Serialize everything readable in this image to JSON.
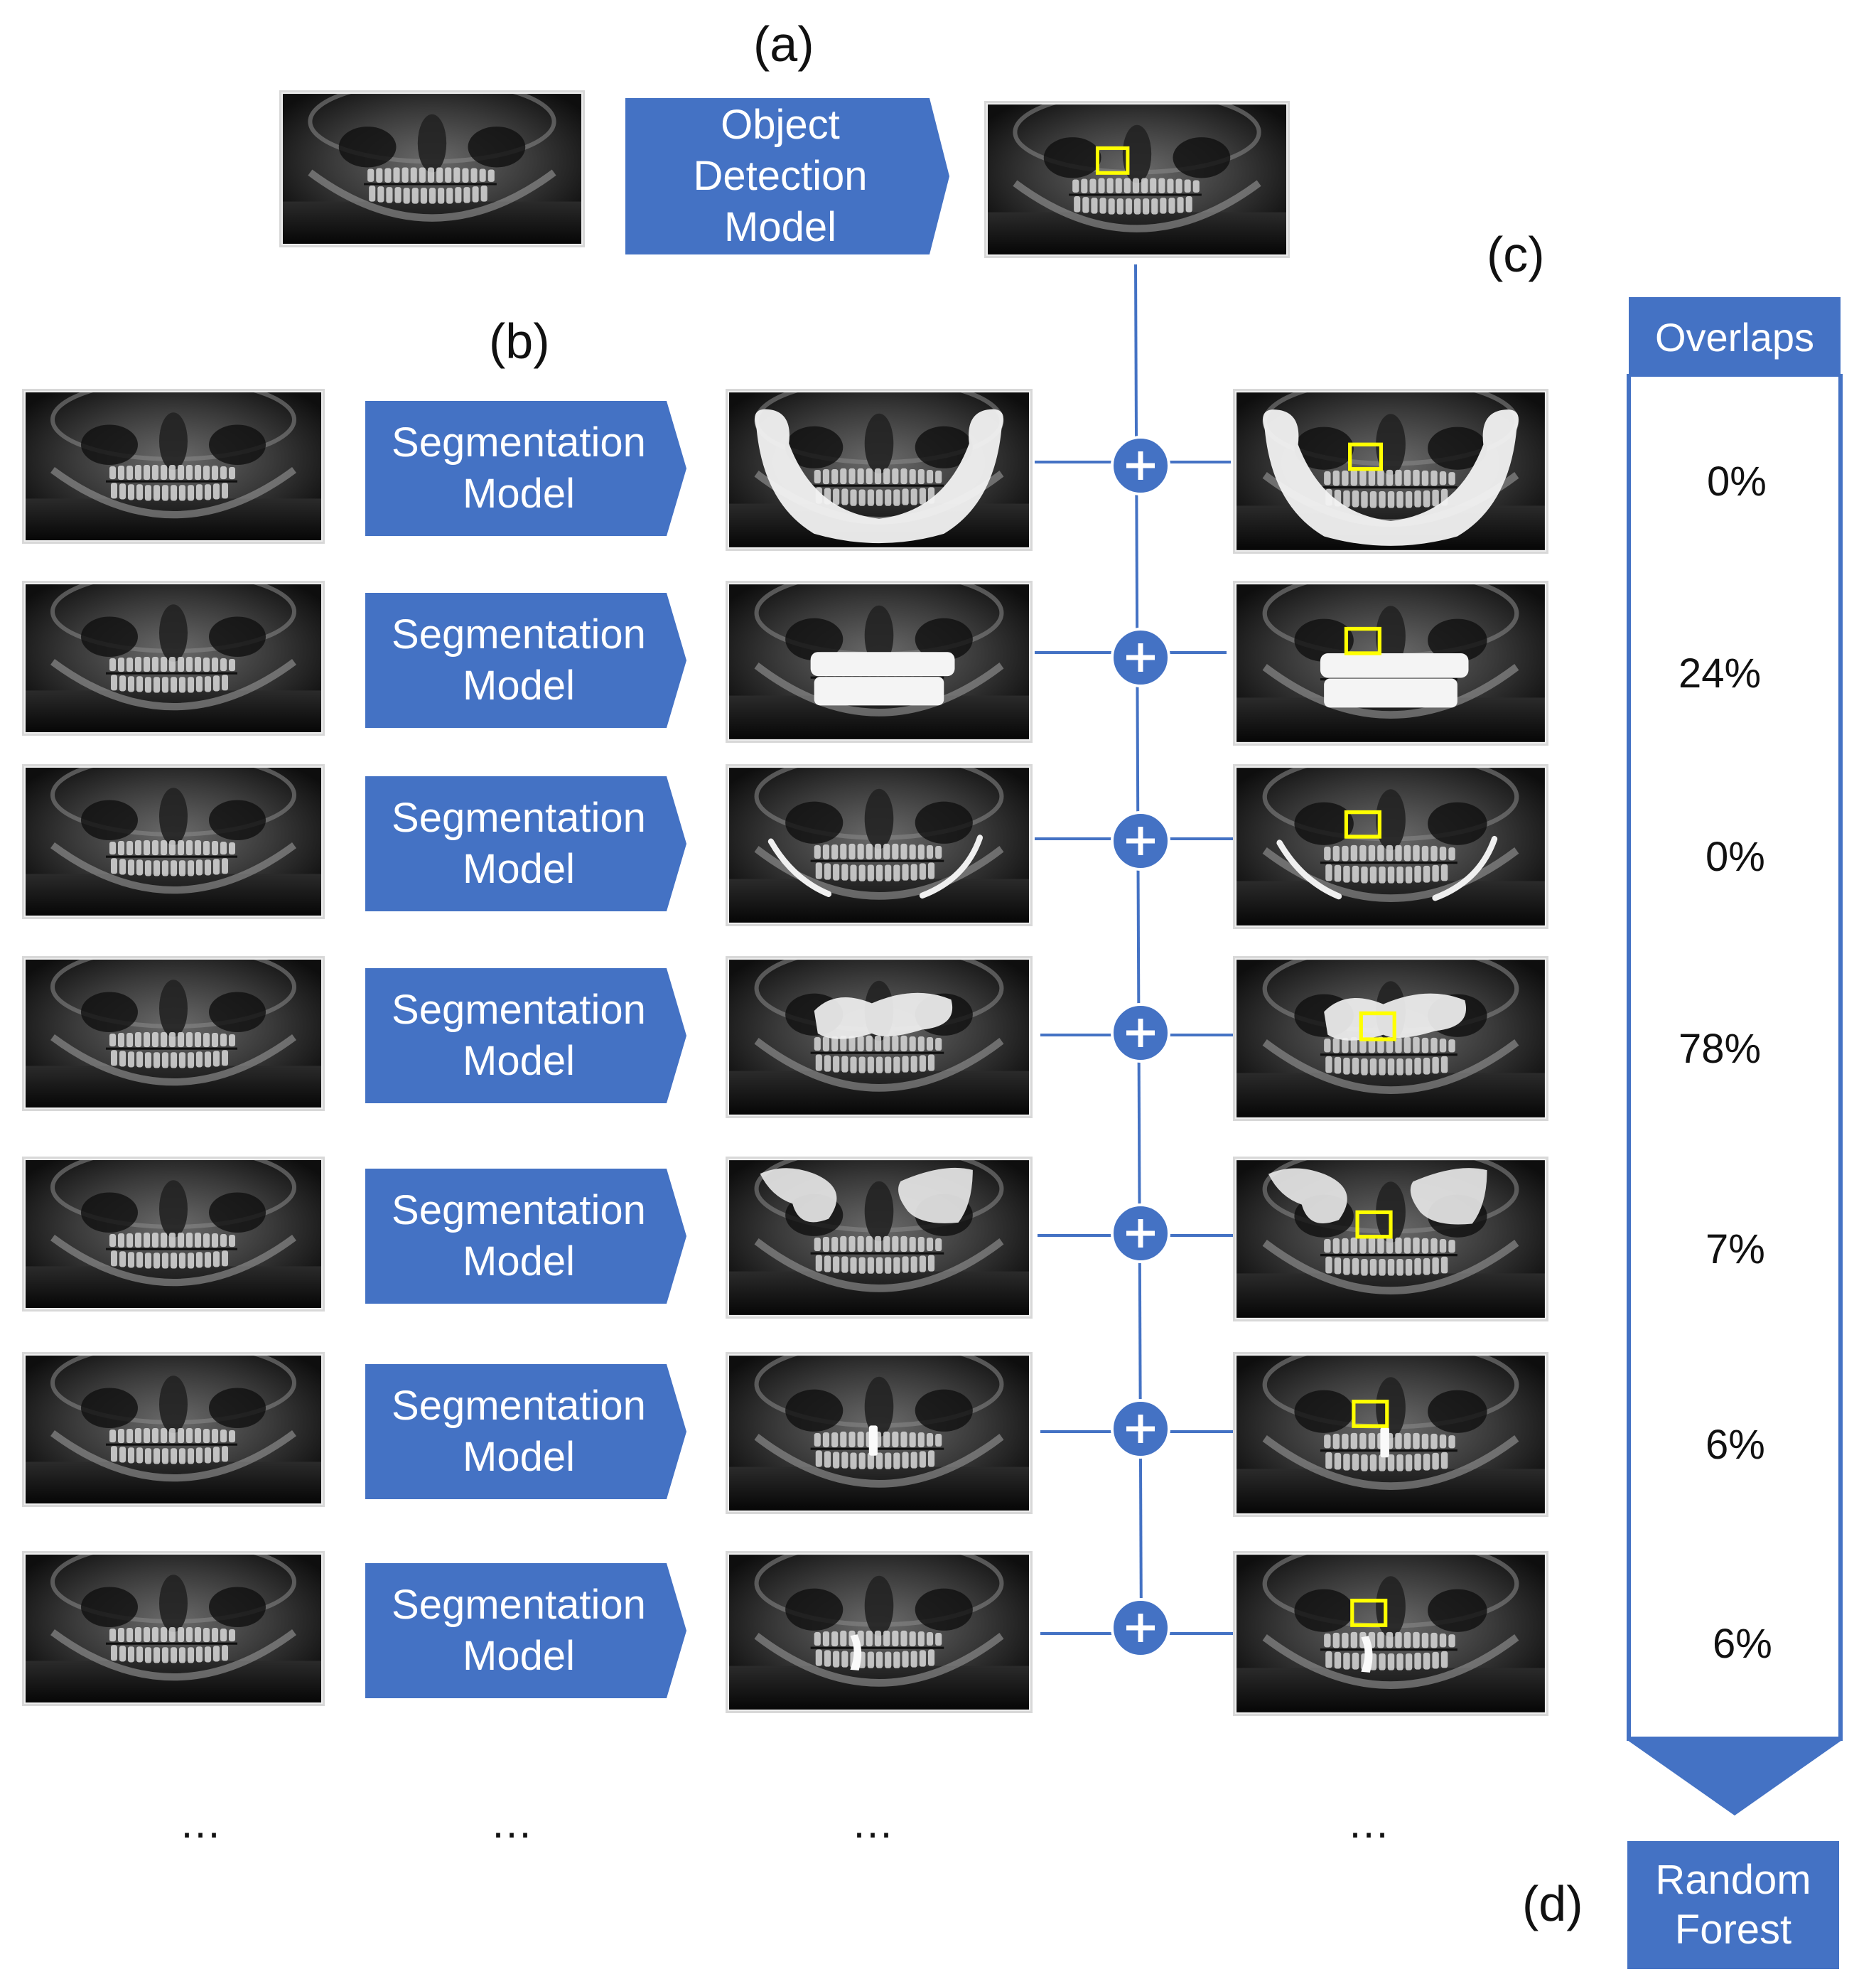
{
  "labels": {
    "a": "(a)",
    "b": "(b)",
    "c": "(c)",
    "d": "(d)"
  },
  "detection": {
    "label": "Object\nDetection\nModel"
  },
  "segmentation_label": "Segmentation\nModel",
  "overlaps": {
    "header": "Overlaps",
    "values": [
      "0%",
      "24%",
      "0%",
      "78%",
      "7%",
      "6%",
      "6%"
    ]
  },
  "random_forest": {
    "label": "Random\nForest"
  },
  "ellipsis": "…",
  "colors": {
    "accent": "#4472C4",
    "box": "#FFFF00",
    "xray_dark": "#1a1a1a"
  },
  "mask_types": [
    "mandible",
    "teeth",
    "canal",
    "sinus-floor",
    "maxillary-sinus",
    "single-tooth",
    "root-fragment"
  ]
}
